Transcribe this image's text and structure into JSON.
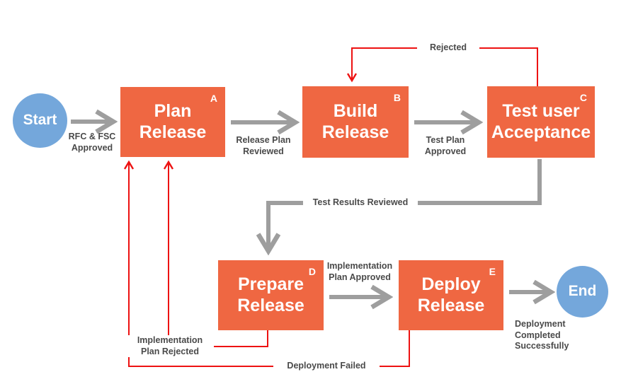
{
  "colors": {
    "orange": "#ef6742",
    "blue": "#74a7db",
    "gray": "#9e9e9e",
    "red": "#ed1212",
    "labelc": "#4a4a4a"
  },
  "nodes": {
    "start": {
      "label": "Start"
    },
    "plan": {
      "label": "Plan\nRelease",
      "letter": "A"
    },
    "build": {
      "label": "Build\nRelease",
      "letter": "B"
    },
    "test": {
      "label": "Test user\nAcceptance",
      "letter": "C"
    },
    "prepare": {
      "label": "Prepare\nRelease",
      "letter": "D"
    },
    "deploy": {
      "label": "Deploy\nRelease",
      "letter": "E"
    },
    "end": {
      "label": "End"
    }
  },
  "edge_labels": {
    "rfc_approved": "RFC & FSC\nApproved",
    "release_plan_reviewed": "Release Plan\nReviewed",
    "test_plan_approved": "Test Plan\nApproved",
    "rejected": "Rejected",
    "test_results_reviewed": "Test Results Reviewed",
    "implementation_plan_approved": "Implementation\nPlan Approved",
    "implementation_plan_rejected": "Implementation\nPlan Rejected",
    "deployment_failed": "Deployment Failed",
    "deployment_completed": "Deployment\nCompleted\nSuccessfully"
  }
}
